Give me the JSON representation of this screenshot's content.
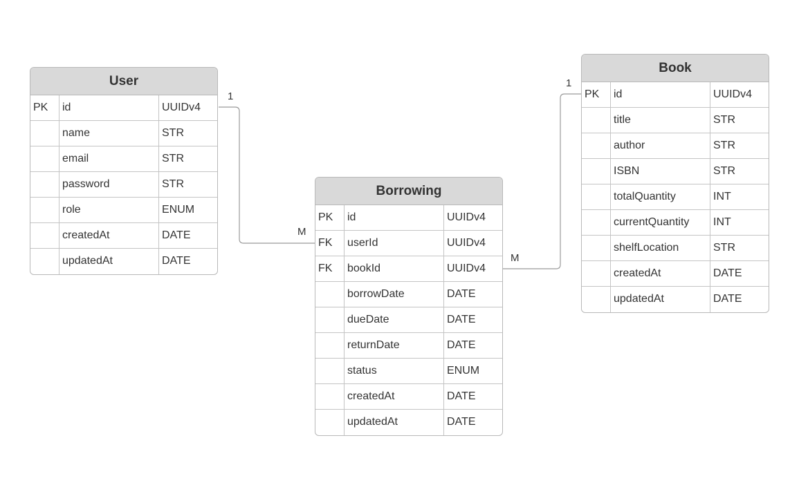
{
  "entities": {
    "user": {
      "title": "User",
      "rows": [
        {
          "key": "PK",
          "name": "id",
          "type": "UUIDv4"
        },
        {
          "key": "",
          "name": "name",
          "type": "STR"
        },
        {
          "key": "",
          "name": "email",
          "type": "STR"
        },
        {
          "key": "",
          "name": "password",
          "type": "STR"
        },
        {
          "key": "",
          "name": "role",
          "type": "ENUM"
        },
        {
          "key": "",
          "name": "createdAt",
          "type": "DATE"
        },
        {
          "key": "",
          "name": "updatedAt",
          "type": "DATE"
        }
      ]
    },
    "borrowing": {
      "title": "Borrowing",
      "rows": [
        {
          "key": "PK",
          "name": "id",
          "type": "UUIDv4"
        },
        {
          "key": "FK",
          "name": "userId",
          "type": "UUIDv4"
        },
        {
          "key": "FK",
          "name": "bookId",
          "type": "UUIDv4"
        },
        {
          "key": "",
          "name": "borrowDate",
          "type": "DATE"
        },
        {
          "key": "",
          "name": "dueDate",
          "type": "DATE"
        },
        {
          "key": "",
          "name": "returnDate",
          "type": "DATE"
        },
        {
          "key": "",
          "name": "status",
          "type": "ENUM"
        },
        {
          "key": "",
          "name": "createdAt",
          "type": "DATE"
        },
        {
          "key": "",
          "name": "updatedAt",
          "type": "DATE"
        }
      ]
    },
    "book": {
      "title": "Book",
      "rows": [
        {
          "key": "PK",
          "name": "id",
          "type": "UUIDv4"
        },
        {
          "key": "",
          "name": "title",
          "type": "STR"
        },
        {
          "key": "",
          "name": "author",
          "type": "STR"
        },
        {
          "key": "",
          "name": "ISBN",
          "type": "STR"
        },
        {
          "key": "",
          "name": "totalQuantity",
          "type": "INT"
        },
        {
          "key": "",
          "name": "currentQuantity",
          "type": "INT"
        },
        {
          "key": "",
          "name": "shelfLocation",
          "type": "STR"
        },
        {
          "key": "",
          "name": "createdAt",
          "type": "DATE"
        },
        {
          "key": "",
          "name": "updatedAt",
          "type": "DATE"
        }
      ]
    }
  },
  "relations": {
    "user_borrowing": {
      "from_cardinality": "1",
      "to_cardinality": "M"
    },
    "book_borrowing": {
      "from_cardinality": "1",
      "to_cardinality": "M"
    }
  },
  "colors": {
    "header_fill": "#d9d9d9",
    "border": "#b8b8b8",
    "connector": "#999999",
    "text": "#333333"
  }
}
